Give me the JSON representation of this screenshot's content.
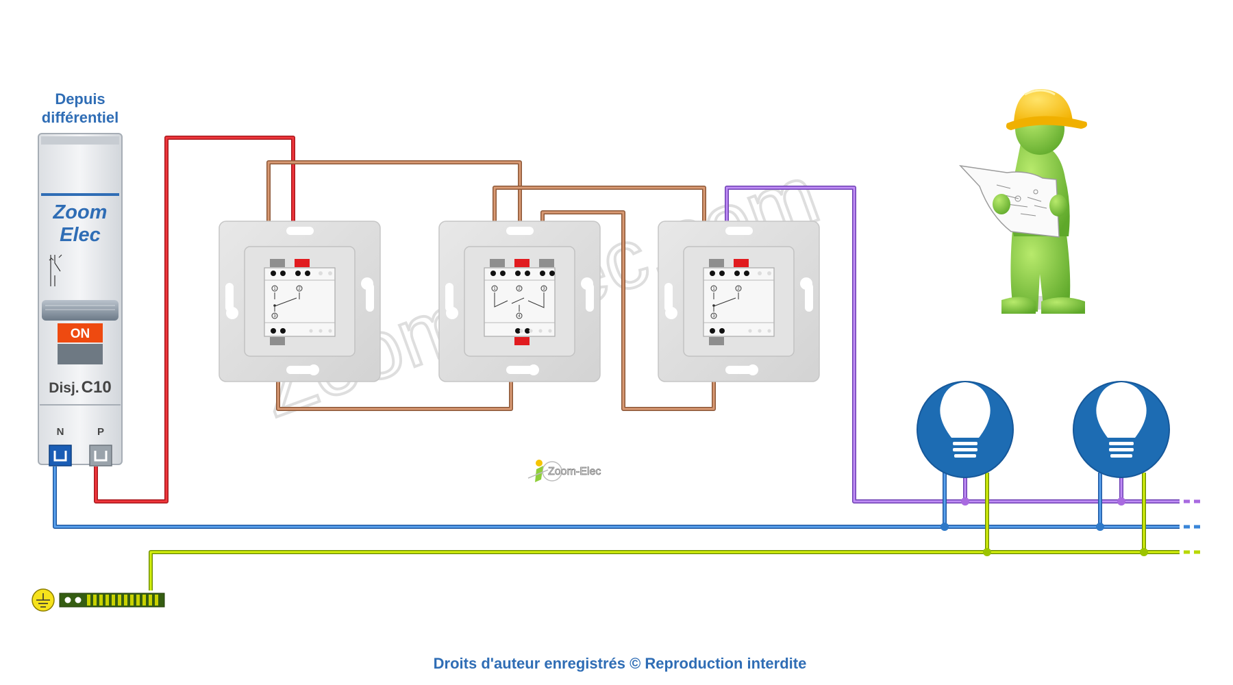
{
  "source": {
    "line1": "Depuis",
    "line2": "différentiel"
  },
  "breaker": {
    "brand_line1": "Zoom",
    "brand_line2": "Elec",
    "state": "ON",
    "model_prefix": "Disj.",
    "model_rating": "C10",
    "terminal_neutral": "N",
    "terminal_phase": "P"
  },
  "devices": [
    {
      "type": "va-et-vient switch",
      "terminals": [
        "1",
        "2",
        "3"
      ]
    },
    {
      "type": "permutateur switch",
      "terminals": [
        "1",
        "2",
        "3",
        "4"
      ]
    },
    {
      "type": "va-et-vient switch",
      "terminals": [
        "1",
        "2",
        "3"
      ]
    }
  ],
  "lamps": [
    {
      "icon": "light-bulb-icon"
    },
    {
      "icon": "light-bulb-icon"
    }
  ],
  "center_logo": "Zoom-Elec",
  "watermark": "Zoom-Elec.com",
  "footer": "Droits d'auteur enregistrés © Reproduction interdite",
  "colors": {
    "phase": "#e8252b",
    "traveler": "#c8835a",
    "return": "#a86ae0",
    "neutral": "#3a86d8",
    "earth": "#b8d800",
    "brand_blue": "#2f6db5",
    "lamp_blue": "#1d6cb3"
  }
}
